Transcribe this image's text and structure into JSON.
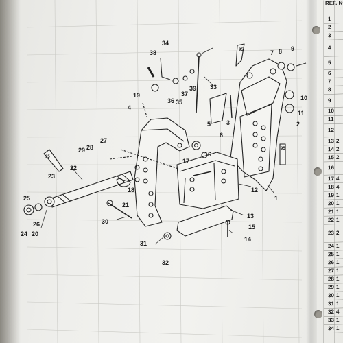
{
  "table": {
    "header": "REF. NO.",
    "rows": [
      {
        "ref": "1",
        "qty": ""
      },
      {
        "ref": "2",
        "qty": ""
      },
      {
        "ref": "3",
        "qty": ""
      },
      {
        "ref": "4",
        "qty": ""
      },
      {
        "ref": "5",
        "qty": ""
      },
      {
        "ref": "6",
        "qty": ""
      },
      {
        "ref": "7",
        "qty": ""
      },
      {
        "ref": "8",
        "qty": ""
      },
      {
        "ref": "9",
        "qty": ""
      },
      {
        "ref": "10",
        "qty": ""
      },
      {
        "ref": "11",
        "qty": ""
      },
      {
        "ref": "12",
        "qty": ""
      },
      {
        "ref": "13",
        "qty": "2"
      },
      {
        "ref": "14",
        "qty": "2"
      },
      {
        "ref": "15",
        "qty": "2"
      },
      {
        "ref": "16",
        "qty": ""
      },
      {
        "ref": "17",
        "qty": "4"
      },
      {
        "ref": "18",
        "qty": "4"
      },
      {
        "ref": "19",
        "qty": "1"
      },
      {
        "ref": "20",
        "qty": "1"
      },
      {
        "ref": "21",
        "qty": "1"
      },
      {
        "ref": "22",
        "qty": "1"
      },
      {
        "ref": "23",
        "qty": "2"
      },
      {
        "ref": "24",
        "qty": "1"
      },
      {
        "ref": "25",
        "qty": "1"
      },
      {
        "ref": "26",
        "qty": "1"
      },
      {
        "ref": "27",
        "qty": "1"
      },
      {
        "ref": "28",
        "qty": "1"
      },
      {
        "ref": "29",
        "qty": "1"
      },
      {
        "ref": "30",
        "qty": "1"
      },
      {
        "ref": "31",
        "qty": "1"
      },
      {
        "ref": "32",
        "qty": "4"
      },
      {
        "ref": "33",
        "qty": "1"
      },
      {
        "ref": "34",
        "qty": "1"
      }
    ]
  },
  "callouts": [
    "1",
    "2",
    "3",
    "4",
    "5",
    "6",
    "7",
    "8",
    "9",
    "10",
    "11",
    "12",
    "13",
    "14",
    "15",
    "16",
    "17",
    "18",
    "19",
    "20",
    "21",
    "22",
    "23",
    "24",
    "25",
    "26",
    "27",
    "28",
    "29",
    "30",
    "31",
    "32",
    "33",
    "34",
    "35",
    "36",
    "37",
    "38",
    "39"
  ],
  "tubes": [
    "95",
    "95",
    "95"
  ],
  "colors": {
    "paper": "#efefec",
    "ink": "#1c1c1c",
    "background": "#6f6a60"
  }
}
